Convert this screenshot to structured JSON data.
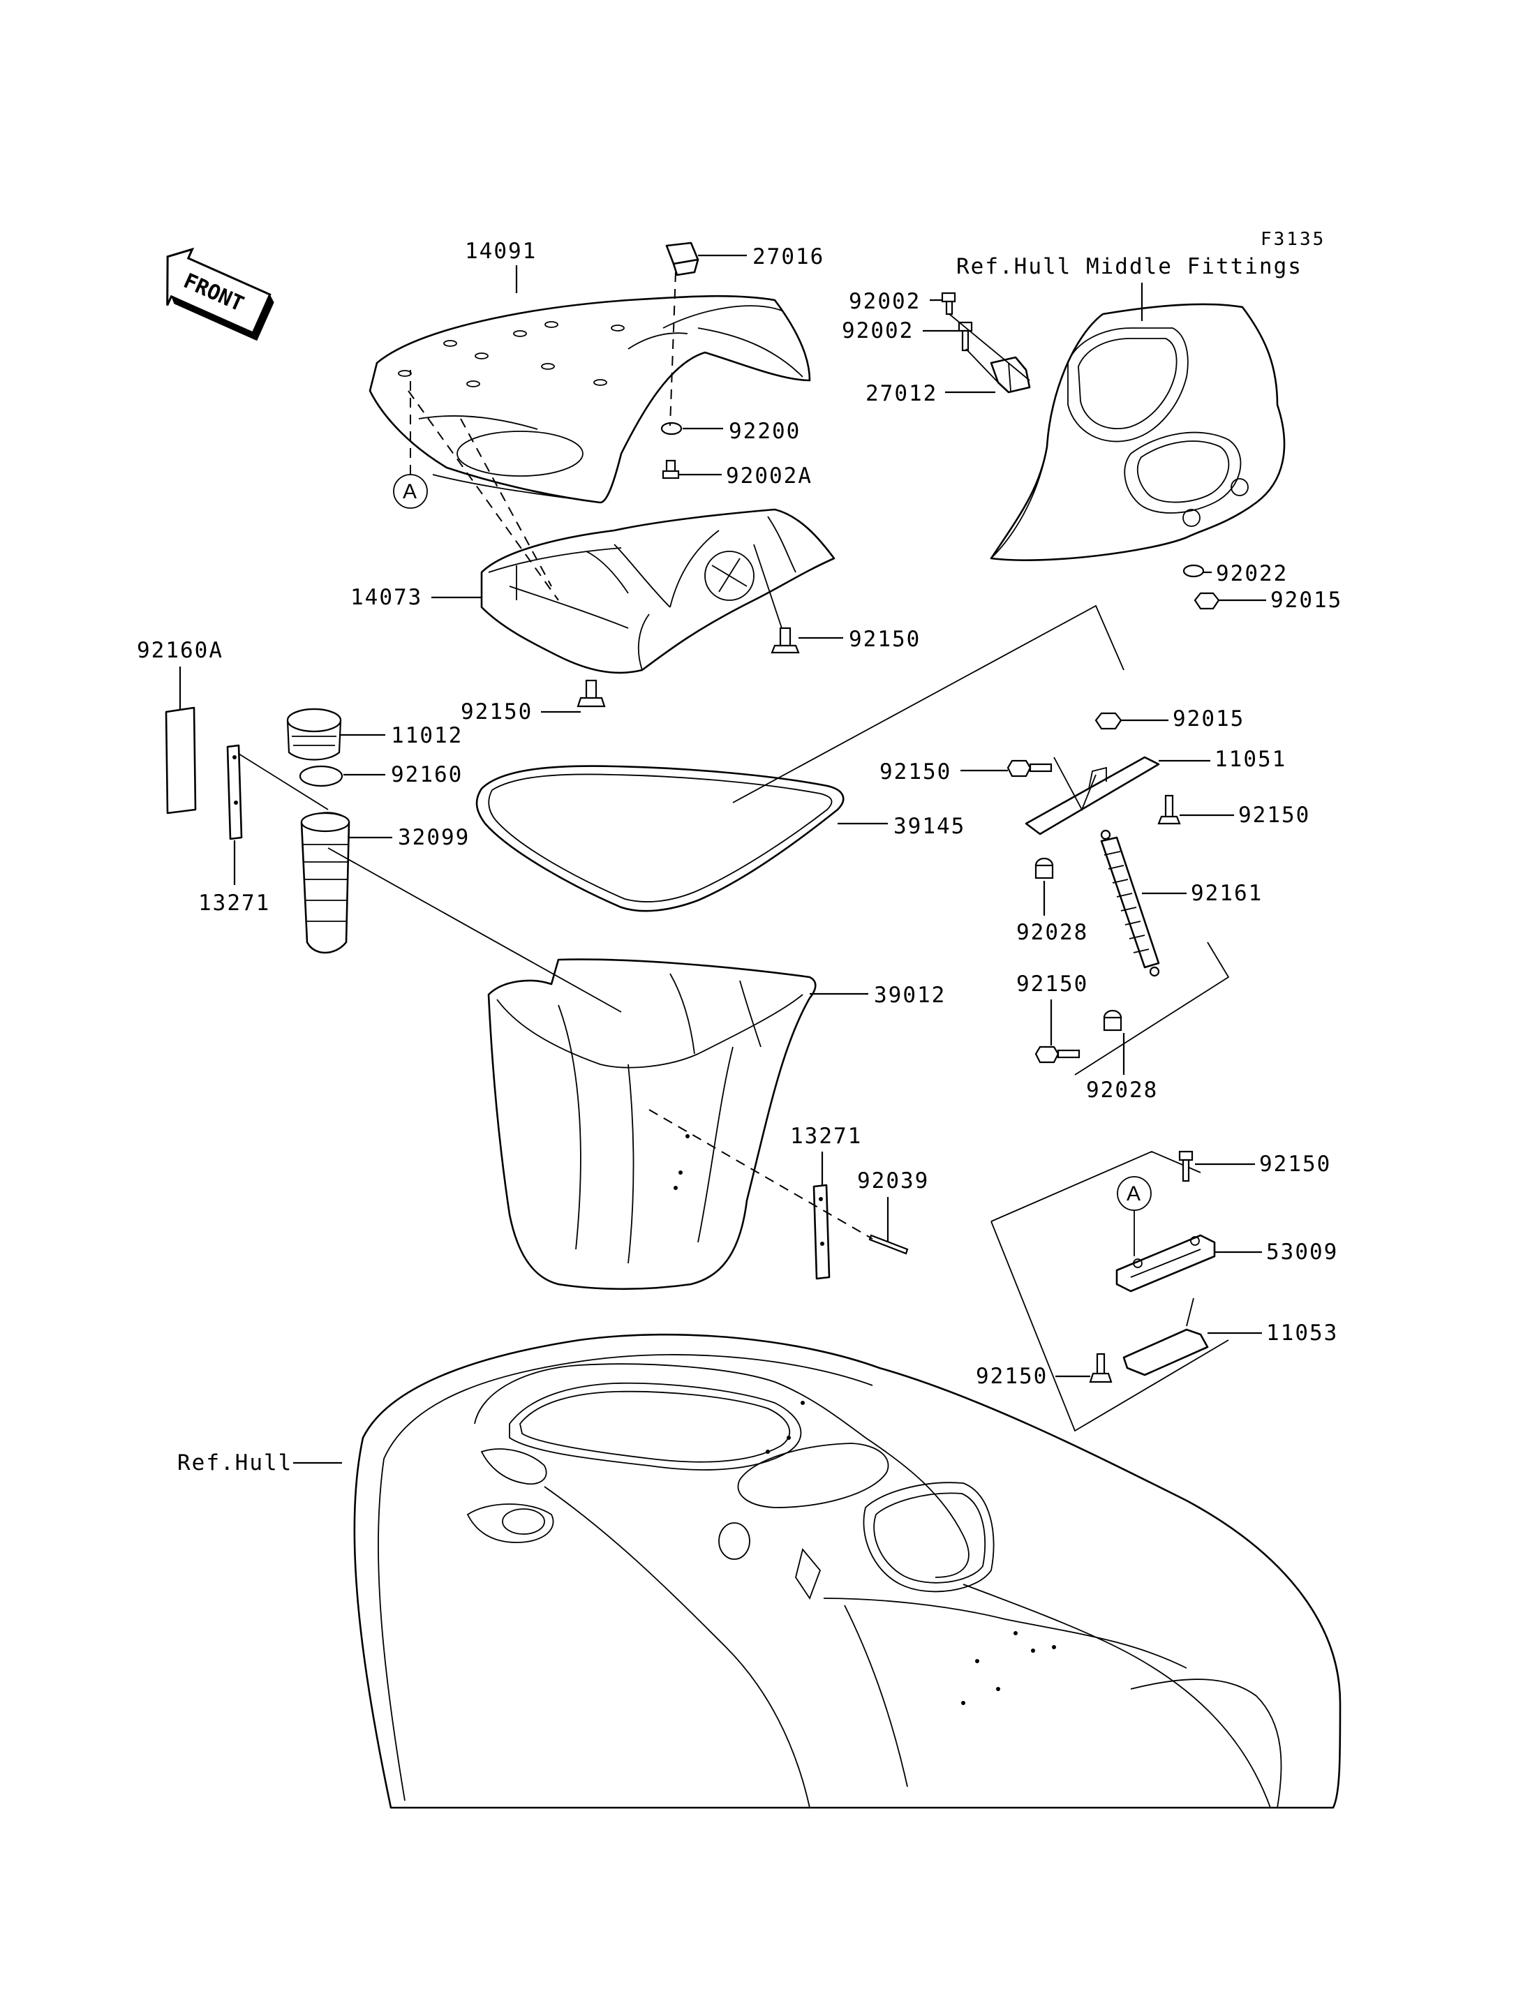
{
  "figure_code": "F3135",
  "front_label": "FRONT",
  "reference_labels": {
    "hull": "Ref.Hull",
    "hull_middle_fittings": "Ref.Hull Middle Fittings"
  },
  "callouts": {
    "a_top": "A",
    "a_right": "A"
  },
  "parts": [
    {
      "id": "p14091",
      "number": "14091"
    },
    {
      "id": "p27016",
      "number": "27016"
    },
    {
      "id": "p92200",
      "number": "92200"
    },
    {
      "id": "p92002A",
      "number": "92002A"
    },
    {
      "id": "p14073",
      "number": "14073"
    },
    {
      "id": "p92150a",
      "number": "92150"
    },
    {
      "id": "p92150b",
      "number": "92150"
    },
    {
      "id": "p92160A",
      "number": "92160A"
    },
    {
      "id": "p11012",
      "number": "11012"
    },
    {
      "id": "p92160",
      "number": "92160"
    },
    {
      "id": "p32099",
      "number": "32099"
    },
    {
      "id": "p13271a",
      "number": "13271"
    },
    {
      "id": "p39145",
      "number": "39145"
    },
    {
      "id": "p39012",
      "number": "39012"
    },
    {
      "id": "p13271b",
      "number": "13271"
    },
    {
      "id": "p92039",
      "number": "92039"
    },
    {
      "id": "p92002a",
      "number": "92002"
    },
    {
      "id": "p92002b",
      "number": "92002"
    },
    {
      "id": "p27012",
      "number": "27012"
    },
    {
      "id": "p92022",
      "number": "92022"
    },
    {
      "id": "p92015a",
      "number": "92015"
    },
    {
      "id": "p92015b",
      "number": "92015"
    },
    {
      "id": "p92150c",
      "number": "92150"
    },
    {
      "id": "p11051",
      "number": "11051"
    },
    {
      "id": "p92150d",
      "number": "92150"
    },
    {
      "id": "p92028a",
      "number": "92028"
    },
    {
      "id": "p92161",
      "number": "92161"
    },
    {
      "id": "p92150e",
      "number": "92150"
    },
    {
      "id": "p92028b",
      "number": "92028"
    },
    {
      "id": "p92150f",
      "number": "92150"
    },
    {
      "id": "p53009",
      "number": "53009"
    },
    {
      "id": "p11053",
      "number": "11053"
    },
    {
      "id": "p92150g",
      "number": "92150"
    }
  ]
}
